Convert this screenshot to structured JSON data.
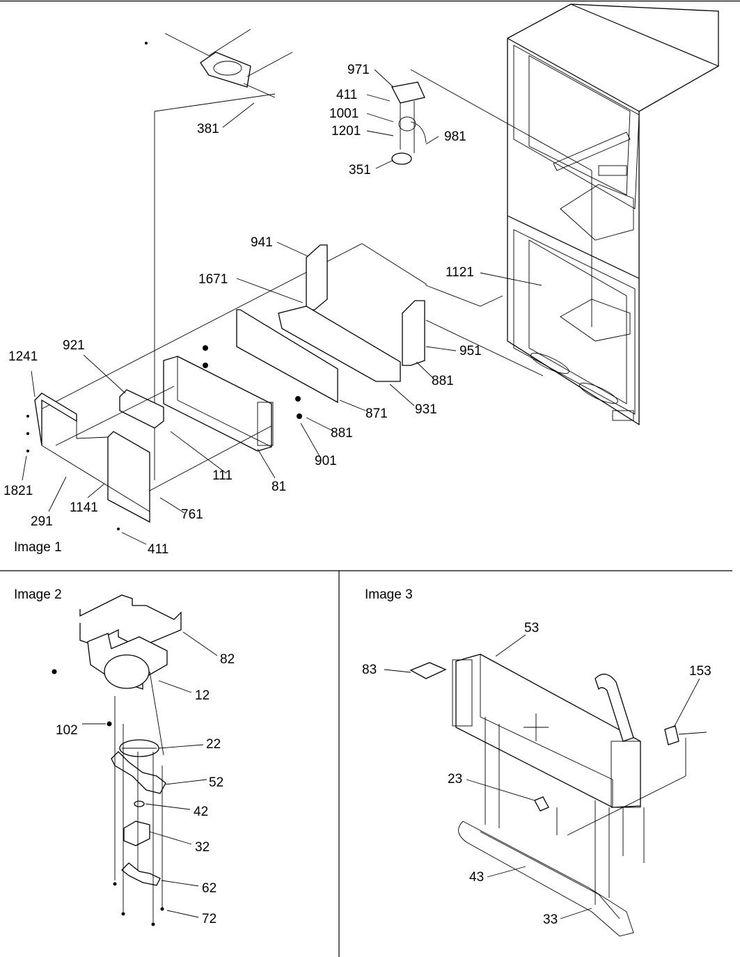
{
  "panels": {
    "image1": {
      "title": "Image 1",
      "callouts": [
        "971",
        "411",
        "1001",
        "1201",
        "981",
        "351",
        "381",
        "941",
        "1671",
        "1121",
        "1241",
        "921",
        "951",
        "881",
        "931",
        "871",
        "881",
        "901",
        "1821",
        "291",
        "1141",
        "111",
        "81",
        "761",
        "411"
      ]
    },
    "image2": {
      "title": "Image 2",
      "callouts": [
        "82",
        "12",
        "102",
        "22",
        "52",
        "42",
        "32",
        "62",
        "72"
      ]
    },
    "image3": {
      "title": "Image 3",
      "callouts": [
        "53",
        "83",
        "153",
        "23",
        "43",
        "33"
      ]
    }
  }
}
